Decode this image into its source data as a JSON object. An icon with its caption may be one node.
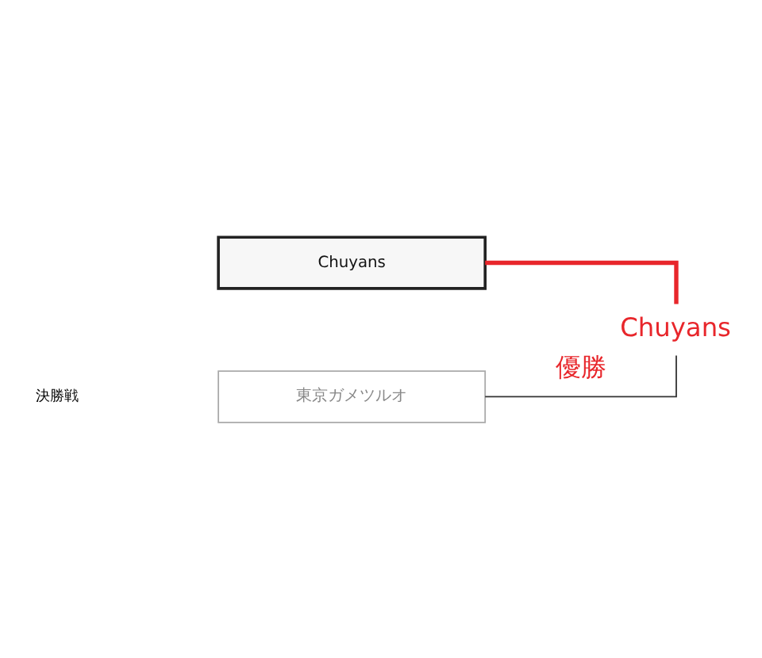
{
  "diagram": {
    "nodes": [
      {
        "text": [
          "東京ガメツルオ"
        ]
      },
      {
        "text": [
          "Chuyans"
        ]
      },
      {
        "text": [
          "Chuyans"
        ],
        "beside": [
          "優勝"
        ]
      }
    ],
    "edges": [
      {
        "from": 0,
        "to": 2,
        "arrow": "none"
      },
      {
        "from": 1,
        "to": 2,
        "arrow": "none",
        "style": "thick",
        "color": "#e8262b"
      }
    ],
    "labels": [
      "決勝戦"
    ]
  }
}
